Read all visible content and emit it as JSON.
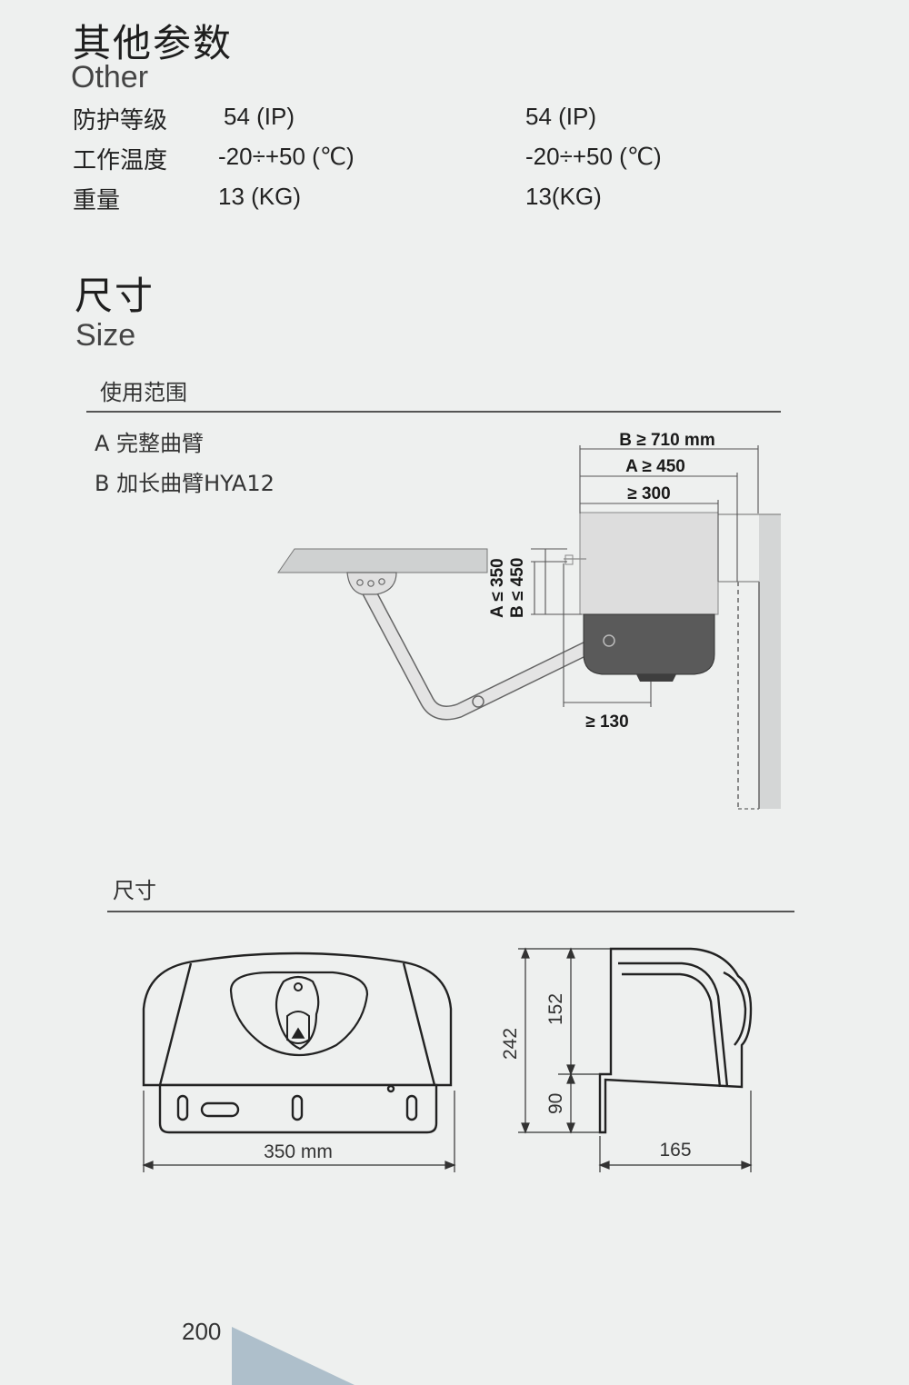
{
  "other": {
    "title_cn": "其他参数",
    "title_en": "Other",
    "rows": [
      {
        "label": "防护等级",
        "value_a": "54 (IP)",
        "value_b": "54 (IP)"
      },
      {
        "label": "工作温度",
        "value_a": "-20÷+50 (℃)",
        "value_b": "-20÷+50 (℃)"
      },
      {
        "label": "重量",
        "value_a": "13 (KG)",
        "value_b": "13(KG)"
      }
    ]
  },
  "size": {
    "title_cn": "尺寸",
    "title_en": "Size"
  },
  "usage": {
    "subtitle": "使用范围",
    "legend_a": "A 完整曲臂",
    "legend_b": "B 加长曲臂HYA12",
    "dim_b_width": "B ≥ 710 mm",
    "dim_a_width": "A ≥ 450",
    "dim_min_width": "≥ 300",
    "dim_a_height": "A ≤ 350",
    "dim_b_height": "B ≤ 450",
    "dim_offset": "≥ 130"
  },
  "dimensions": {
    "subtitle": "尺寸",
    "width": "350 mm",
    "height_total": "242",
    "height_upper": "152",
    "height_lower": "90",
    "depth": "165"
  },
  "page_number": "200",
  "colors": {
    "background": "#eef0ef",
    "motor_body": "#dddddd",
    "motor_base": "#5a5a5a",
    "accent_triangle": "#aebfcb"
  }
}
